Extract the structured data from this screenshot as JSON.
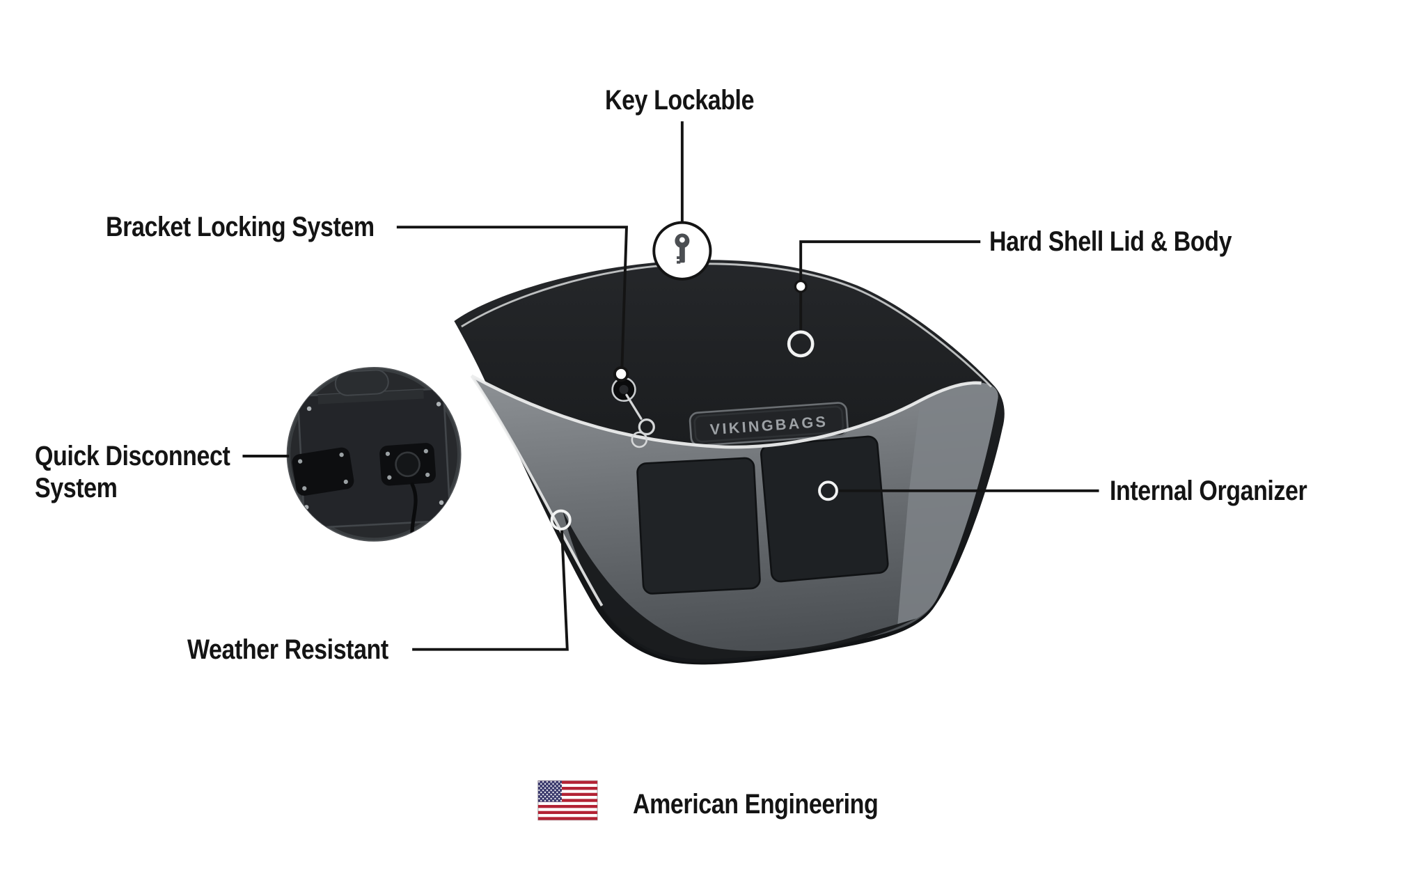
{
  "diagram": {
    "type": "product-feature-callout",
    "product": "hard-shell motorcycle saddlebag",
    "brand_badge": "VIKINGBAGS",
    "callouts": [
      {
        "id": "key_lockable",
        "label": "Key Lockable",
        "marker": "key-in-circle"
      },
      {
        "id": "bracket_locking_system",
        "label": "Bracket Locking System",
        "marker": "dot-on-keyhole"
      },
      {
        "id": "hard_shell_lid_body",
        "label": "Hard Shell Lid & Body",
        "marker": "ring-on-lid"
      },
      {
        "id": "quick_disconnect_system",
        "label": "Quick Disconnect System",
        "marker": "inset-circle"
      },
      {
        "id": "internal_organizer",
        "label": "Internal Organizer",
        "marker": "ring-on-pocket"
      },
      {
        "id": "weather_resistant",
        "label": "Weather Resistant",
        "marker": "ring-on-edge"
      }
    ],
    "footer": {
      "label": "American Engineering",
      "icon": "us-flag-icon"
    }
  },
  "icons": [
    "key-icon",
    "us-flag-icon",
    "callout-marker"
  ],
  "colors": {
    "background": "#ffffff",
    "text": "#141414",
    "callout_line": "#141414",
    "bag_black": "#1a1c1e",
    "bag_gray_light": "#8d9195",
    "bag_gray_dark": "#4b4f53",
    "seam_white": "#eceded",
    "flag_red": "#B22234",
    "flag_blue": "#3C3B6E"
  }
}
